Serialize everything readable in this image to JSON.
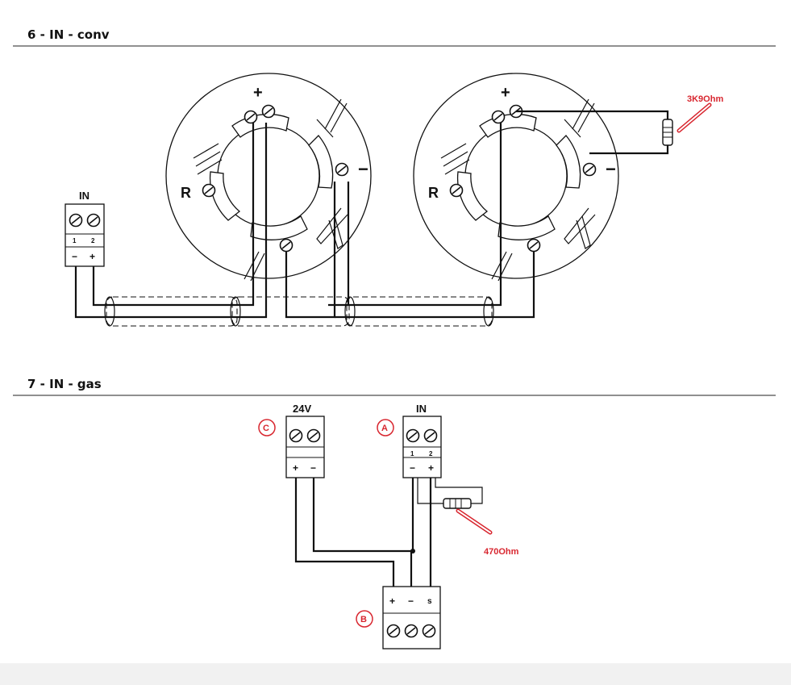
{
  "sections": [
    {
      "title": "6 - IN - conv"
    },
    {
      "title": "7 - IN - gas"
    }
  ],
  "conv": {
    "in_terminal": {
      "title": "IN",
      "pin1": "1",
      "pin2": "2",
      "minus": "−",
      "plus": "+"
    },
    "detector_marks": {
      "plus": "+",
      "minus": "−",
      "r": "R"
    },
    "resistor_label": "3K9Ohm"
  },
  "gas": {
    "psu": {
      "title": "24V",
      "plus": "+",
      "minus": "−",
      "tag": "C"
    },
    "in_terminal": {
      "title": "IN",
      "pin1": "1",
      "pin2": "2",
      "minus": "−",
      "plus": "+",
      "tag": "A"
    },
    "sensor": {
      "plus": "+",
      "minus": "−",
      "s": "s",
      "tag": "B"
    },
    "resistor_label": "470Ohm"
  },
  "colors": {
    "accent": "#d8262f",
    "line": "#111111"
  }
}
